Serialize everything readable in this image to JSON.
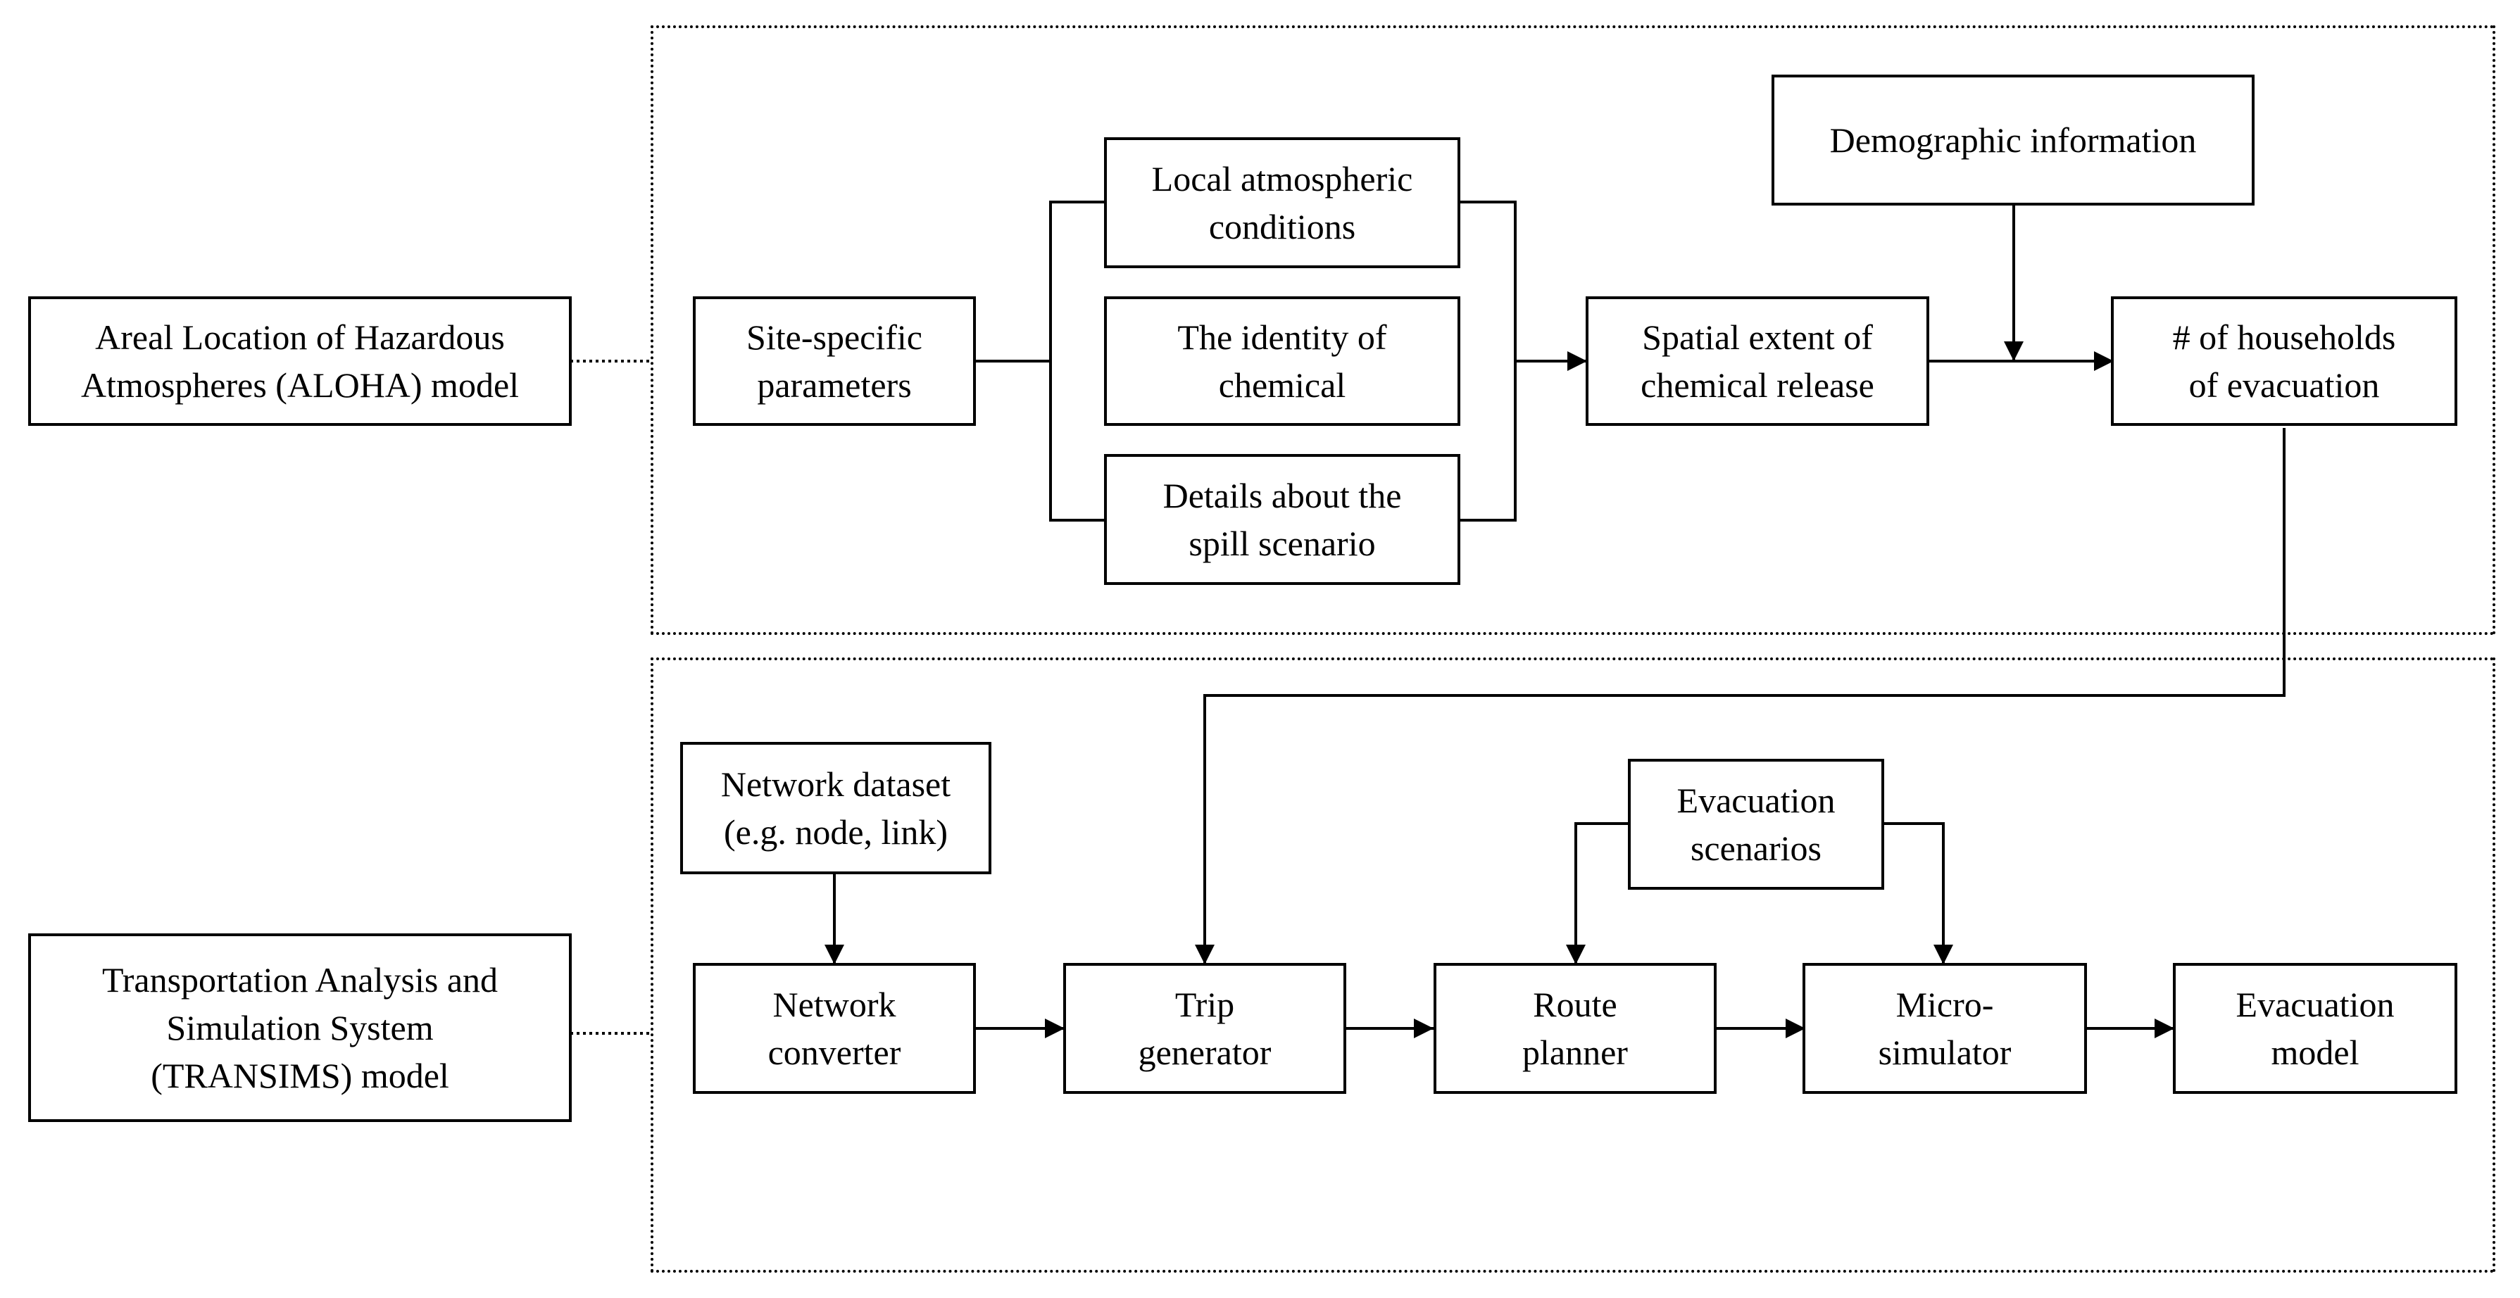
{
  "models": {
    "aloha": "Areal Location of Hazardous\nAtmospheres (ALOHA) model",
    "transims": "Transportation Analysis and\nSimulation System\n(TRANSIMS) model"
  },
  "aloha_flow": {
    "site_params": "Site-specific\nparameters",
    "atmospheric": "Local atmospheric\nconditions",
    "chemical_identity": "The identity of\nchemical",
    "spill_details": "Details about the\nspill scenario",
    "spatial_extent": "Spatial extent of\nchemical release",
    "demographic": "Demographic information",
    "households": "# of households\nof evacuation"
  },
  "transims_flow": {
    "network_dataset": "Network dataset\n(e.g. node, link)",
    "network_converter": "Network\nconverter",
    "trip_generator": "Trip\ngenerator",
    "evac_scenarios": "Evacuation\nscenarios",
    "route_planner": "Route\nplanner",
    "micro_simulator": "Micro-\nsimulator",
    "evac_model": "Evacuation\nmodel"
  }
}
